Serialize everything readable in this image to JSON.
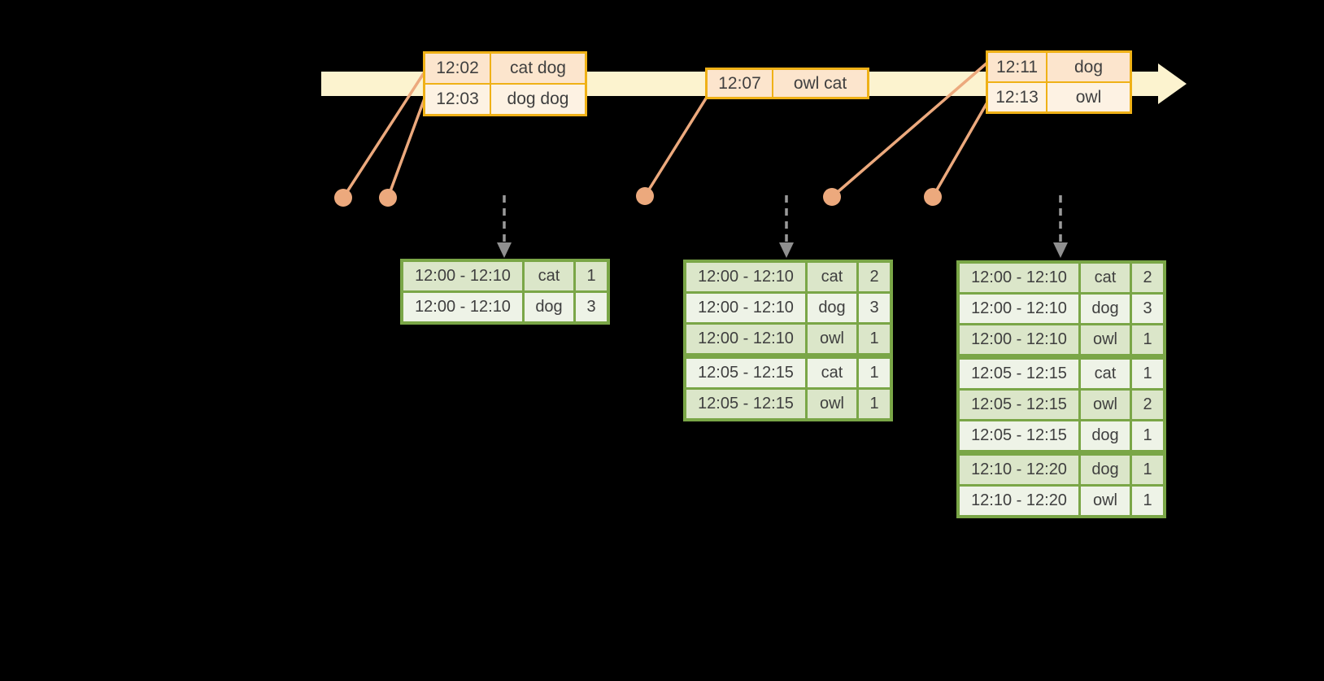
{
  "colors": {
    "background": "#000000",
    "timeline_band": "#fcf3cf",
    "event_table_border": "#efb117",
    "event_cell_dark": "#fce5cd",
    "event_cell_light": "#fdf2e3",
    "event_marker": "#eca97d",
    "result_table_border": "#7aa647",
    "result_cell_dark": "#dbe6c9",
    "result_cell_light": "#eef3e7",
    "trigger_arrow": "#9a9a9a",
    "text": "#3f3f3f"
  },
  "event_tables": [
    {
      "rows": [
        {
          "time": "12:02",
          "words": "cat dog"
        },
        {
          "time": "12:03",
          "words": "dog dog"
        }
      ]
    },
    {
      "rows": [
        {
          "time": "12:07",
          "words": "owl cat"
        }
      ]
    },
    {
      "rows": [
        {
          "time": "12:11",
          "words": "dog"
        },
        {
          "time": "12:13",
          "words": "owl"
        }
      ]
    }
  ],
  "result_tables": [
    {
      "rows": [
        {
          "window": "12:00 - 12:10",
          "word": "cat",
          "count": "1"
        },
        {
          "window": "12:00 - 12:10",
          "word": "dog",
          "count": "3"
        }
      ]
    },
    {
      "rows": [
        {
          "window": "12:00 - 12:10",
          "word": "cat",
          "count": "2"
        },
        {
          "window": "12:00 - 12:10",
          "word": "dog",
          "count": "3"
        },
        {
          "window": "12:00 - 12:10",
          "word": "owl",
          "count": "1"
        },
        {
          "window": "12:05 - 12:15",
          "word": "cat",
          "count": "1"
        },
        {
          "window": "12:05 - 12:15",
          "word": "owl",
          "count": "1"
        }
      ]
    },
    {
      "rows": [
        {
          "window": "12:00 - 12:10",
          "word": "cat",
          "count": "2"
        },
        {
          "window": "12:00 - 12:10",
          "word": "dog",
          "count": "3"
        },
        {
          "window": "12:00 - 12:10",
          "word": "owl",
          "count": "1"
        },
        {
          "window": "12:05 - 12:15",
          "word": "cat",
          "count": "1"
        },
        {
          "window": "12:05 - 12:15",
          "word": "owl",
          "count": "2"
        },
        {
          "window": "12:05 - 12:15",
          "word": "dog",
          "count": "1"
        },
        {
          "window": "12:10 - 12:20",
          "word": "dog",
          "count": "1"
        },
        {
          "window": "12:10 - 12:20",
          "word": "owl",
          "count": "1"
        }
      ]
    }
  ]
}
